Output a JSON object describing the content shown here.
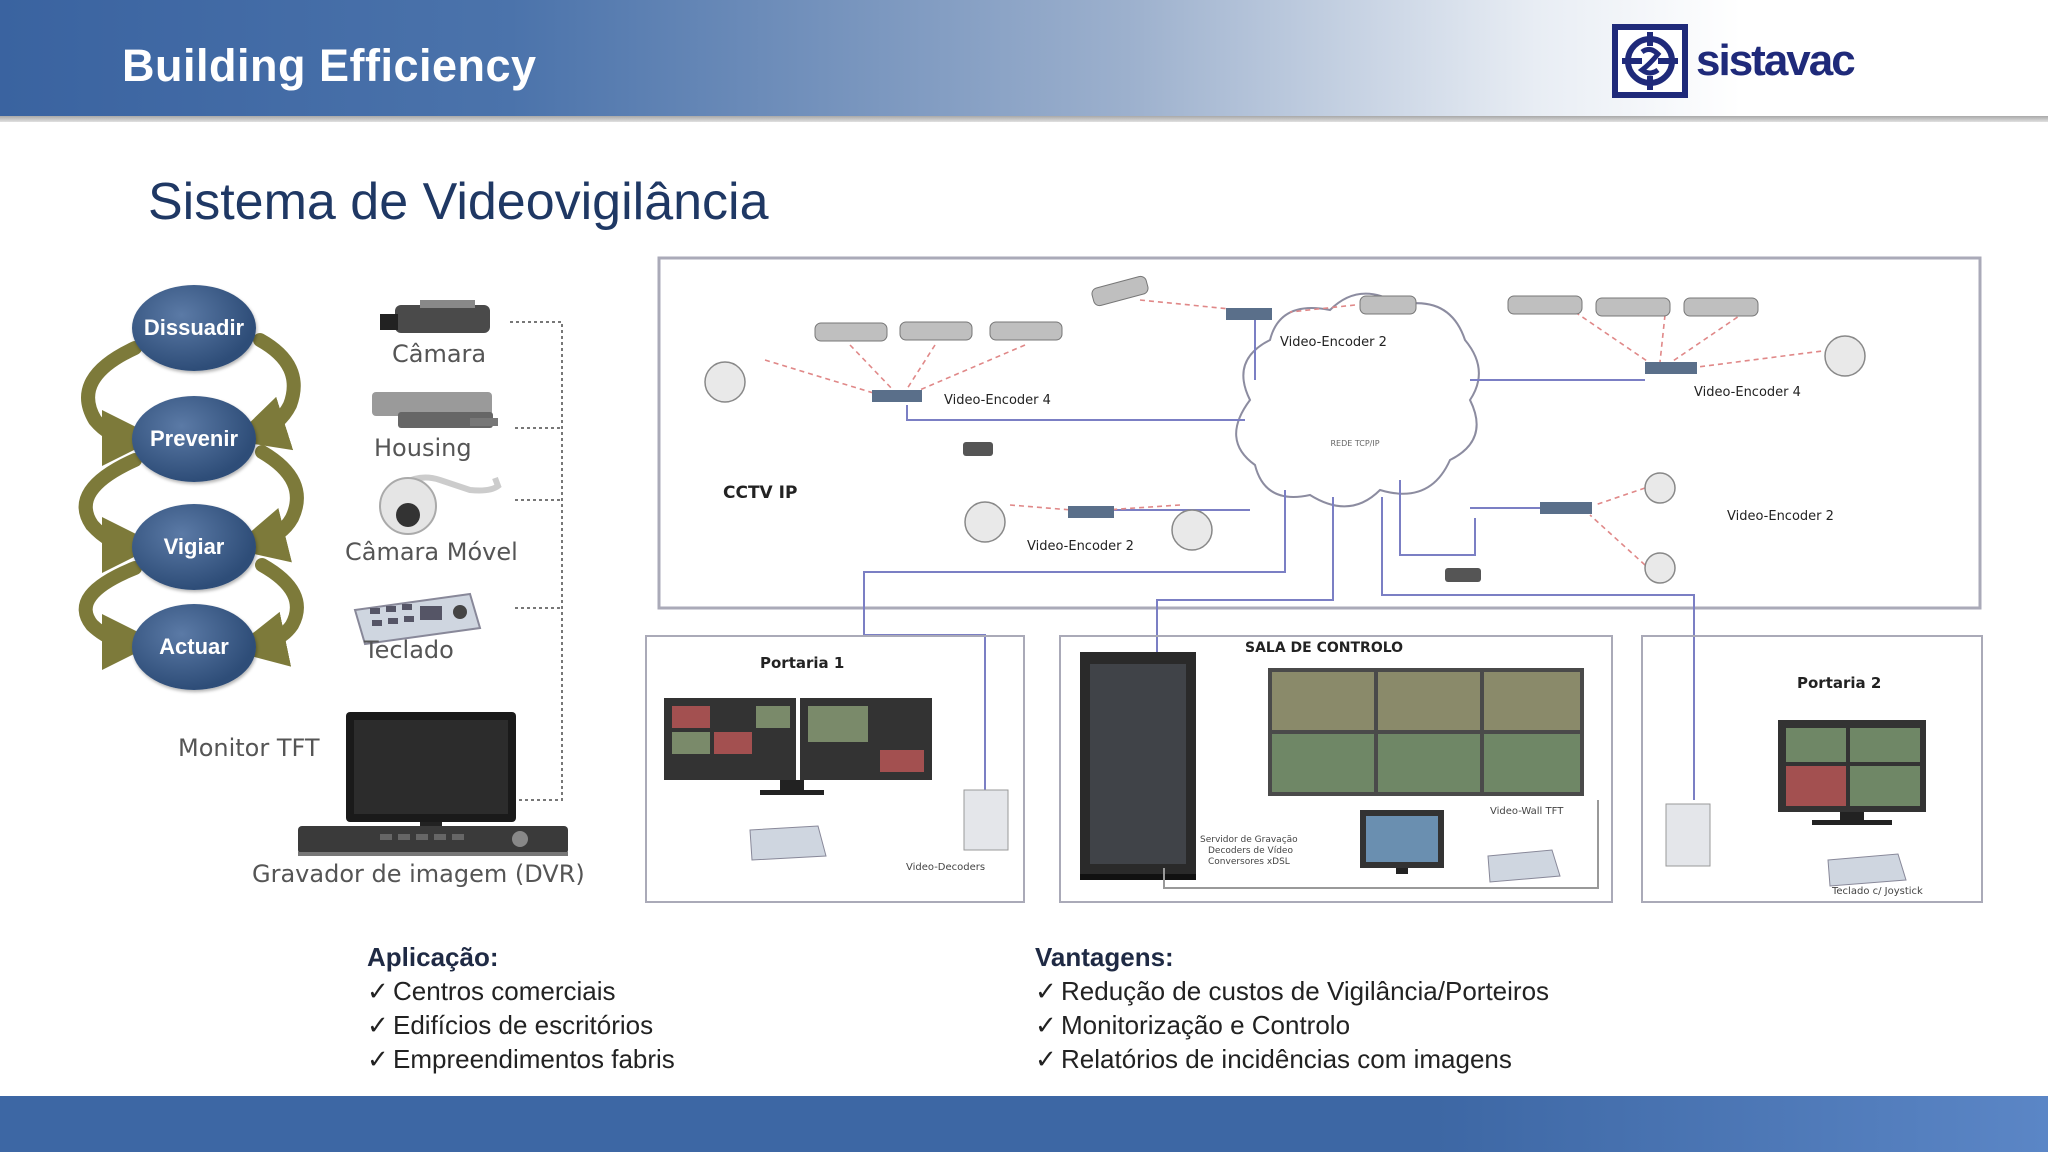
{
  "header": {
    "title": "Building  Efficiency"
  },
  "logo": {
    "text": "sistavac"
  },
  "slide": {
    "title": "Sistema de Videovigilância"
  },
  "cycle": {
    "steps": [
      "Dissuadir",
      "Prevenir",
      "Vigiar",
      "Actuar"
    ]
  },
  "equipment": {
    "camera": "Câmara",
    "housing": "Housing",
    "mobile_camera": "Câmara Móvel",
    "keyboard": "Teclado",
    "monitor": "Monitor TFT",
    "dvr": "Gravador de imagem (DVR)"
  },
  "network": {
    "cctv_label": "CCTV IP",
    "cloud_label": "REDE TCP/IP",
    "encoder_4_left": "Video-Encoder 4",
    "encoder_2_top": "Video-Encoder 2",
    "encoder_4_right": "Video-Encoder 4",
    "encoder_2_mid": "Video-Encoder 2",
    "encoder_2_right": "Video-Encoder 2"
  },
  "rooms": {
    "portaria1": {
      "title": "Portaria 1",
      "decoders": "Video-Decoders"
    },
    "control": {
      "title": "SALA DE CONTROLO",
      "videowall": "Video-Wall TFT",
      "server_line1": "Servidor de Gravação",
      "server_line2": "Decoders de Vídeo",
      "server_line3": "Conversores xDSL"
    },
    "portaria2": {
      "title": "Portaria 2",
      "keyboard": "Teclado c/ Joystick"
    }
  },
  "application": {
    "heading": "Aplicação:",
    "items": [
      "Centros comerciais",
      "Edifícios de escritórios",
      "Empreendimentos fabris"
    ]
  },
  "advantages": {
    "heading": "Vantagens:",
    "items": [
      "Redução de custos de Vigilância/Porteiros",
      "Monitorização e Controlo",
      "Relatórios de incidências com imagens"
    ]
  },
  "colors": {
    "header_blue": "#3a63a0",
    "title_navy": "#1f3864",
    "bubble_blue": "#3b5b88",
    "arrow_olive": "#7d7a3a"
  }
}
